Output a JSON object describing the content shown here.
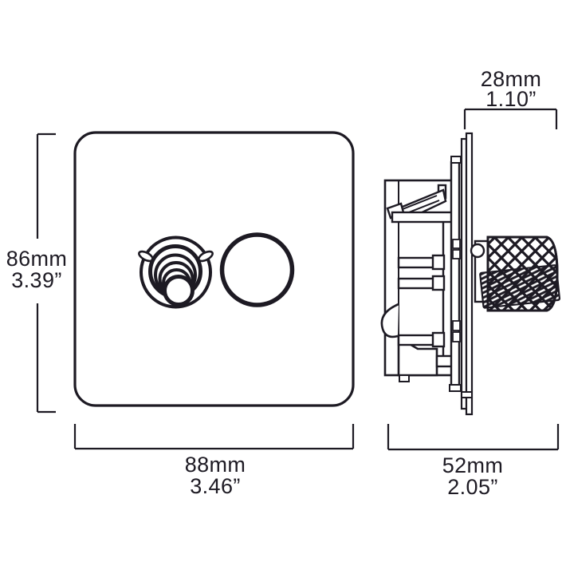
{
  "colors": {
    "line": "#1d1a23",
    "background": "#ffffff"
  },
  "dimensions": {
    "height": {
      "mm": "86mm",
      "inches": "3.39”"
    },
    "width": {
      "mm": "88mm",
      "inches": "3.46”"
    },
    "projection": {
      "mm": "28mm",
      "inches": "1.10”"
    },
    "depth": {
      "mm": "52mm",
      "inches": "2.05”"
    }
  }
}
